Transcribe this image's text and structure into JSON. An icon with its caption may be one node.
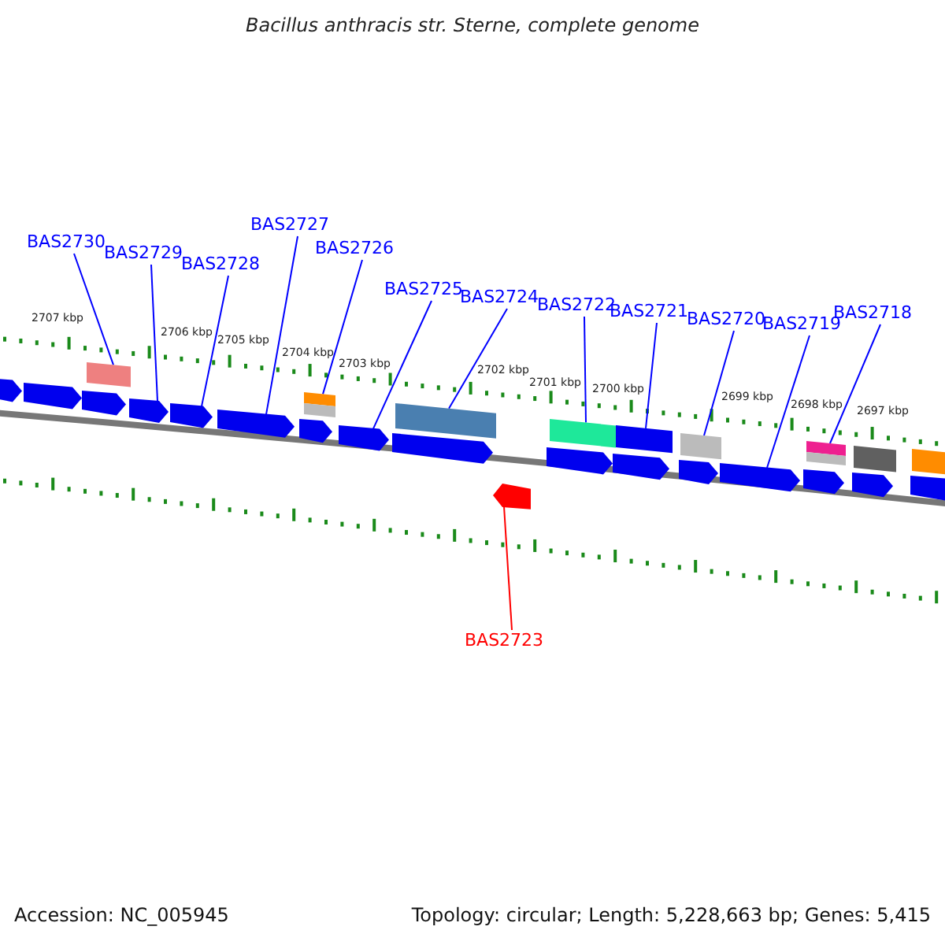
{
  "diagram": {
    "title": "Bacillus anthracis str. Sterne, complete genome",
    "nodes": [
      {
        "text": [
          "BAS2730"
        ]
      },
      {
        "text": [
          "BAS2729"
        ]
      },
      {
        "text": [
          "BAS2728"
        ]
      },
      {
        "text": [
          "BAS2727"
        ]
      },
      {
        "text": [
          "BAS2726"
        ]
      },
      {
        "text": [
          "BAS2725"
        ]
      },
      {
        "text": [
          "BAS2724"
        ]
      },
      {
        "text": [
          "BAS2722"
        ]
      },
      {
        "text": [
          "BAS2721"
        ]
      },
      {
        "text": [
          "BAS2720"
        ]
      },
      {
        "text": [
          "BAS2719"
        ]
      },
      {
        "text": [
          "BAS2718"
        ]
      },
      {
        "text": [
          "BAS2723"
        ]
      },
      {
        "text": [],
        "shape": "arrow"
      },
      {
        "text": [],
        "shape": "arrow"
      },
      {
        "text": [],
        "shape": "arrow"
      },
      {
        "text": [],
        "shape": "bar"
      },
      {
        "text": [],
        "shape": "arrow"
      },
      {
        "text": [],
        "shape": "arrow"
      },
      {
        "text": [],
        "shape": "arrow"
      },
      {
        "text": [],
        "shape": "arrow"
      },
      {
        "text": [],
        "shape": "bar"
      },
      {
        "text": [],
        "shape": "bar"
      },
      {
        "text": [],
        "shape": "arrow"
      },
      {
        "text": [],
        "shape": "arrow"
      },
      {
        "text": [],
        "shape": "bar"
      },
      {
        "text": [],
        "shape": "arrow"
      },
      {
        "text": [],
        "shape": "arrow"
      },
      {
        "text": [],
        "shape": "bar"
      },
      {
        "text": [],
        "shape": "arrow"
      },
      {
        "text": [],
        "shape": "bar"
      },
      {
        "text": [],
        "shape": "arrow"
      },
      {
        "text": [],
        "shape": "bar"
      },
      {
        "text": [],
        "shape": "arrow"
      },
      {
        "text": [],
        "shape": "arrow"
      },
      {
        "text": [],
        "shape": "bar"
      },
      {
        "text": [],
        "shape": "bar"
      },
      {
        "text": [],
        "shape": "arrow"
      },
      {
        "text": [],
        "shape": "bar"
      },
      {
        "text": [],
        "shape": "arrow"
      },
      {
        "text": [],
        "shape": "bar"
      }
    ],
    "edges": [
      {
        "from": 0,
        "to": 16,
        "arrow": "none"
      },
      {
        "from": 1,
        "to": 17,
        "arrow": "none"
      },
      {
        "from": 2,
        "to": 18,
        "arrow": "none"
      },
      {
        "from": 3,
        "to": 19,
        "arrow": "none"
      },
      {
        "from": 4,
        "to": 21,
        "arrow": "none"
      },
      {
        "from": 5,
        "to": 23,
        "arrow": "none"
      },
      {
        "from": 6,
        "to": 25,
        "arrow": "none"
      },
      {
        "from": 7,
        "to": 28,
        "arrow": "none"
      },
      {
        "from": 8,
        "to": 30,
        "arrow": "none"
      },
      {
        "from": 9,
        "to": 32,
        "arrow": "none"
      },
      {
        "from": 10,
        "to": 33,
        "arrow": "none"
      },
      {
        "from": 11,
        "to": 35,
        "arrow": "none"
      },
      {
        "from": 12,
        "to": 26,
        "arrow": "none",
        "color": "#ff0000"
      }
    ],
    "labels": [
      "2707 kbp",
      "2706 kbp",
      "2705 kbp",
      "2704 kbp",
      "2703 kbp",
      "2702 kbp",
      "2701 kbp",
      "2700 kbp",
      "2699 kbp",
      "2698 kbp",
      "2697 kbp",
      "Accession: NC_005945",
      "Topology: circular; Length: 5,228,663 bp; Genes: 5,415"
    ]
  }
}
